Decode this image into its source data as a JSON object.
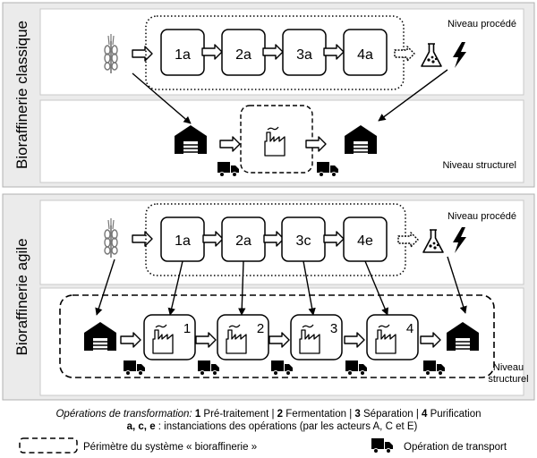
{
  "panels": {
    "classic": {
      "side_label": "Bioraffinerie classique",
      "process_level": "Niveau procédé",
      "structural_level": "Niveau structurel",
      "ops": [
        "1a",
        "2a",
        "3a",
        "4a"
      ]
    },
    "agile": {
      "side_label": "Bioraffinerie agile",
      "process_level": "Niveau procédé",
      "structural_level_line1": "Niveau",
      "structural_level_line2": "structurel",
      "ops": [
        "1a",
        "2a",
        "3c",
        "4e"
      ],
      "site_numbers": [
        "1",
        "2",
        "3",
        "4"
      ]
    }
  },
  "caption": {
    "line1_italic": "Opérations de transformation:",
    "line1": [
      {
        "num": "1",
        "text": " Pré-traitement | "
      },
      {
        "num": "2",
        "text": " Fermentation | "
      },
      {
        "num": "3",
        "text": " Séparation | "
      },
      {
        "num": "4",
        "text": " Purification"
      }
    ],
    "line2_bold": "a, c, e",
    "line2_rest": " : instanciations des opérations (par les acteurs A, C et E)"
  },
  "legend": {
    "perimeter": "Périmètre du système « bioraffinerie »",
    "transport": "Opération de transport"
  },
  "icons": [
    "wheat-icon",
    "flask-icon",
    "lightning-icon",
    "warehouse-icon",
    "factory-icon",
    "truck-icon"
  ],
  "colors": {
    "panel_bg": "#ebebeb",
    "panel_border": "#b0b0b0",
    "ink": "#000000",
    "wheat": "#8a8a8a"
  }
}
